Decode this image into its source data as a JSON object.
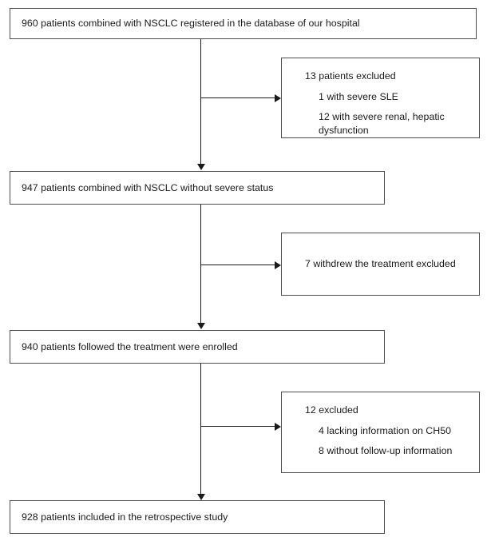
{
  "diagram": {
    "type": "patient-flow-chart",
    "title": "",
    "main_boxes": [
      {
        "id": "enrolled-registry",
        "lines": [
          "960 patients combined with NSCLC registered in the database of our hospital"
        ],
        "count": 960
      },
      {
        "id": "without-severe-status",
        "lines": [
          "947 patients combined with NSCLC without severe status"
        ],
        "count": 947
      },
      {
        "id": "followed-treatment",
        "lines": [
          "940 patients followed the treatment were enrolled"
        ],
        "count": 940
      },
      {
        "id": "included-retrospective",
        "lines": [
          "928 patients included in the retrospective study"
        ],
        "count": 928
      }
    ],
    "exclusion_boxes": [
      {
        "id": "excluded-severe",
        "count": 13,
        "lines": [
          {
            "text": "13 patients excluded",
            "indent": false
          },
          {
            "text": "1 with severe SLE",
            "indent": true
          },
          {
            "text": "12 with severe renal, hepatic dysfunction",
            "indent": true
          }
        ]
      },
      {
        "id": "excluded-withdrew",
        "count": 7,
        "lines": [
          {
            "text": "7 withdrew the treatment excluded",
            "indent": false
          }
        ]
      },
      {
        "id": "excluded-missing-data",
        "count": 12,
        "lines": [
          {
            "text": "12 excluded",
            "indent": false
          },
          {
            "text": "4 lacking information on CH50",
            "indent": true
          },
          {
            "text": "8 without follow-up information",
            "indent": true
          }
        ]
      }
    ],
    "connectors": [
      {
        "id": "connector-1",
        "from": "enrolled-registry",
        "to": "without-severe-status",
        "branch_to": "excluded-severe"
      },
      {
        "id": "connector-2",
        "from": "without-severe-status",
        "to": "followed-treatment",
        "branch_to": "excluded-withdrew"
      },
      {
        "id": "connector-3",
        "from": "followed-treatment",
        "to": "included-retrospective",
        "branch_to": "excluded-missing-data"
      }
    ],
    "colors": {
      "box_border": "#4d4d4d",
      "connector": "#1a1a1a",
      "text": "#1a1a1a",
      "background": "#ffffff"
    }
  }
}
